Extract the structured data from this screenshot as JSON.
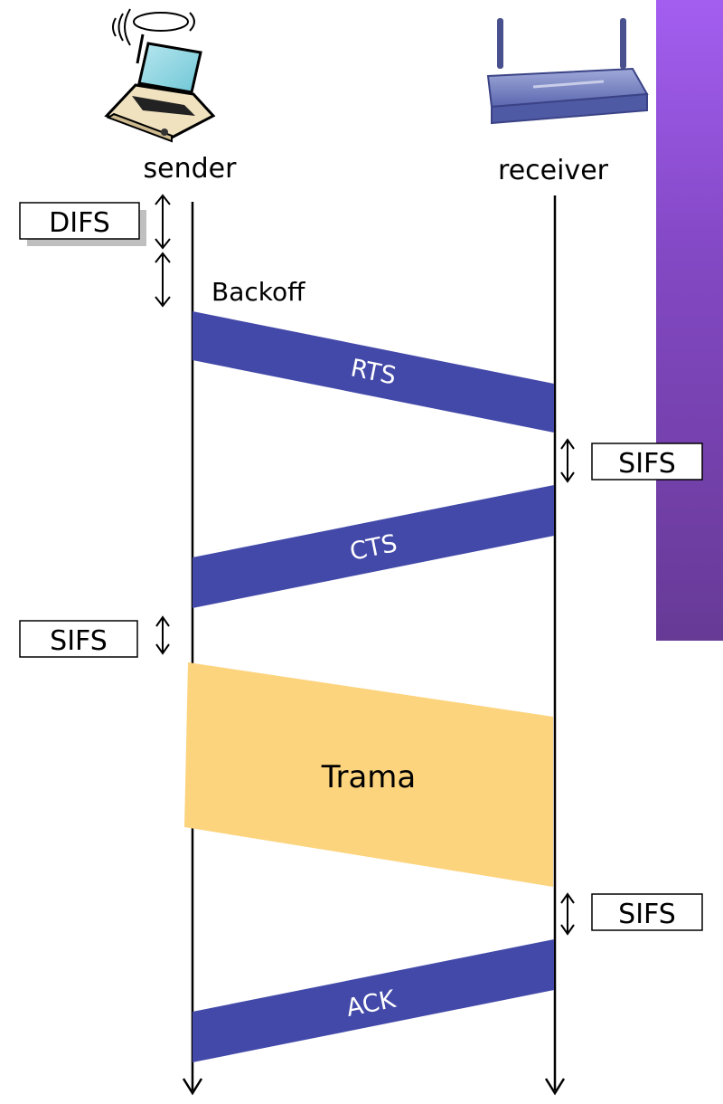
{
  "nodes": {
    "sender": "sender",
    "receiver": "receiver"
  },
  "intervals": {
    "difs": "DIFS",
    "backoff": "Backoff",
    "sifs_1": "SIFS",
    "sifs_2": "SIFS",
    "sifs_3": "SIFS"
  },
  "messages": {
    "rts": "RTS",
    "cts": "CTS",
    "frame": "Trama",
    "ack": "ACK"
  },
  "colors": {
    "control_frame": "#4349a8",
    "data_frame": "#fdd47e",
    "accent_bar": "#8a4fd0"
  }
}
